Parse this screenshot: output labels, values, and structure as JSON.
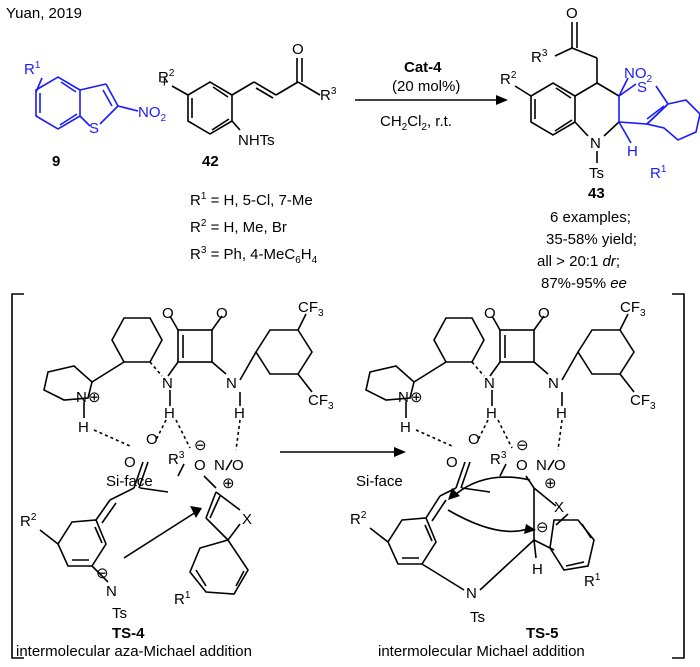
{
  "header": {
    "citation": "Yuan, 2019"
  },
  "reagents": {
    "nitro_label": "NO",
    "nitro_sub": "2",
    "s_label": "S",
    "r1": "R",
    "r1_sup": "1",
    "r2": "R",
    "r2_sup": "2",
    "r3": "R",
    "r3_sup": "3",
    "o_label": "O",
    "nhts": "NHTs",
    "plus": "+",
    "compound_9": "9",
    "compound_42": "42",
    "compound_43": "43",
    "n_label": "N",
    "ts_label": "Ts",
    "h_label": "H"
  },
  "conditions": {
    "catalyst": "Cat-4",
    "loading": "(20 mol%)",
    "solvent_pre": "CH",
    "solvent_sub1": "2",
    "solvent_mid": "Cl",
    "solvent_sub2": "2",
    "solvent_post": ", r.t."
  },
  "substituents": {
    "r1_line_label": "R",
    "r1_line_sup": "1",
    "r1_line_values": " = H, 5-Cl, 7-Me",
    "r2_line_label": "R",
    "r2_line_sup": "2",
    "r2_line_values": " = H, Me, Br",
    "r3_line_label": "R",
    "r3_line_sup": "3",
    "r3_line_values_a": " = Ph, 4-MeC",
    "r3_line_sub": "6",
    "r3_line_values_b": "H",
    "r3_line_sub2": "4"
  },
  "results": {
    "line1": "6 examples;",
    "line2": "35-58% yield;",
    "line3_a": "all > 20:1 ",
    "line3_dr": "dr",
    "line3_b": ";",
    "line4_a": "87%-95% ",
    "line4_ee": "ee"
  },
  "ts": {
    "cf3": "CF",
    "cf3_sub": "3",
    "n_plus": "N",
    "h": "H",
    "o": "O",
    "x": "X",
    "si_face": "Si-face",
    "plus_sign": "⊕",
    "minus_sign": "⊖",
    "ts4_label": "TS-4",
    "ts5_label": "TS-5",
    "ts4_caption": "intermolecular aza-Michael addition",
    "ts5_caption": "intermolecular Michael addition"
  }
}
